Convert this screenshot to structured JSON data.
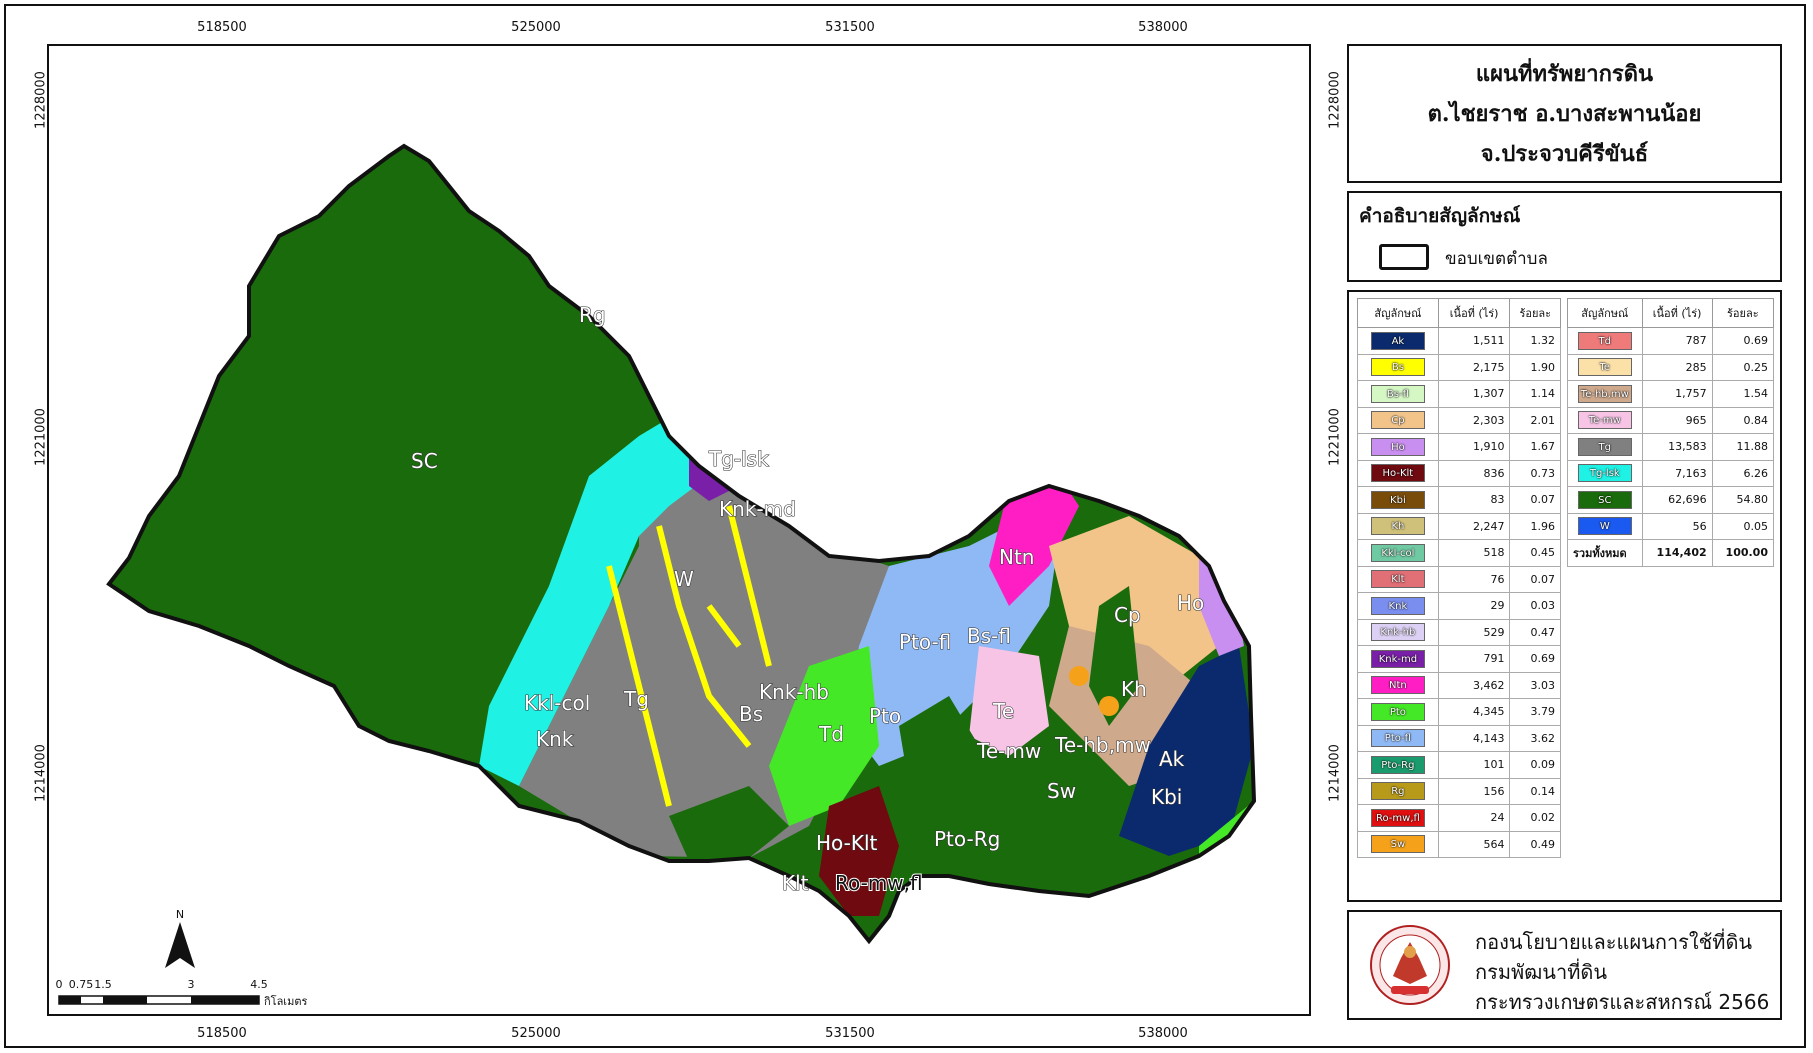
{
  "title": {
    "line1": "แผนที่ทรัพยากรดิน",
    "line2": "ต.ไชยราช อ.บางสะพานน้อย",
    "line3": "จ.ประจวบคีรีขันธ์"
  },
  "legend": {
    "heading": "คำอธิบายสัญลักษณ์",
    "boundary_label": "ขอบเขตตำบล"
  },
  "grid": {
    "x_ticks": [
      "518500",
      "525000",
      "531500",
      "538000"
    ],
    "y_ticks": [
      "1228000",
      "1221000",
      "1214000"
    ]
  },
  "table": {
    "headers": [
      "สัญลักษณ์",
      "เนื้อที่ (ไร่)",
      "ร้อยละ"
    ],
    "left": [
      {
        "symbol": "Ak",
        "area": "1,511",
        "pct": "1.32",
        "color": "#0b2a6e"
      },
      {
        "symbol": "Bs",
        "area": "2,175",
        "pct": "1.90",
        "color": "#ffff00"
      },
      {
        "symbol": "Bs-fl",
        "area": "1,307",
        "pct": "1.14",
        "color": "#d4f7c4"
      },
      {
        "symbol": "Cp",
        "area": "2,303",
        "pct": "2.01",
        "color": "#f2c48a"
      },
      {
        "symbol": "Ho",
        "area": "1,910",
        "pct": "1.67",
        "color": "#c98ff0"
      },
      {
        "symbol": "Ho-Klt",
        "area": "836",
        "pct": "0.73",
        "color": "#6e0a10"
      },
      {
        "symbol": "Kbi",
        "area": "83",
        "pct": "0.07",
        "color": "#7a4c0a"
      },
      {
        "symbol": "Kh",
        "area": "2,247",
        "pct": "1.96",
        "color": "#cfc07a"
      },
      {
        "symbol": "Kkl-col",
        "area": "518",
        "pct": "0.45",
        "color": "#6fc9a2"
      },
      {
        "symbol": "Klt",
        "area": "76",
        "pct": "0.07",
        "color": "#e06f76"
      },
      {
        "symbol": "Knk",
        "area": "29",
        "pct": "0.03",
        "color": "#7a8ef0"
      },
      {
        "symbol": "Knk-hb",
        "area": "529",
        "pct": "0.47",
        "color": "#dcd0f4"
      },
      {
        "symbol": "Knk-md",
        "area": "791",
        "pct": "0.69",
        "color": "#7a1fa8"
      },
      {
        "symbol": "Ntn",
        "area": "3,462",
        "pct": "3.03",
        "color": "#ff1ec4"
      },
      {
        "symbol": "Pto",
        "area": "4,345",
        "pct": "3.79",
        "color": "#44e826"
      },
      {
        "symbol": "Pto-fl",
        "area": "4,143",
        "pct": "3.62",
        "color": "#8fb9f5"
      },
      {
        "symbol": "Pto-Rg",
        "area": "101",
        "pct": "0.09",
        "color": "#1a9c6e"
      },
      {
        "symbol": "Rg",
        "area": "156",
        "pct": "0.14",
        "color": "#b89a1a"
      },
      {
        "symbol": "Ro-mw,fl",
        "area": "24",
        "pct": "0.02",
        "color": "#e01010"
      },
      {
        "symbol": "Sw",
        "area": "564",
        "pct": "0.49",
        "color": "#f5a21a"
      }
    ],
    "right": [
      {
        "symbol": "Td",
        "area": "787",
        "pct": "0.69",
        "color": "#ee7a7a"
      },
      {
        "symbol": "Te",
        "area": "285",
        "pct": "0.25",
        "color": "#fbe0a8"
      },
      {
        "symbol": "Te-hb,mw",
        "area": "1,757",
        "pct": "1.54",
        "color": "#cfa98c"
      },
      {
        "symbol": "Te-mw",
        "area": "965",
        "pct": "0.84",
        "color": "#f7c4e6"
      },
      {
        "symbol": "Tg",
        "area": "13,583",
        "pct": "11.88",
        "color": "#808080"
      },
      {
        "symbol": "Tg-lsk",
        "area": "7,163",
        "pct": "6.26",
        "color": "#1ff2e4"
      },
      {
        "symbol": "SC",
        "area": "62,696",
        "pct": "54.80",
        "color": "#1a6b0c"
      },
      {
        "symbol": "W",
        "area": "56",
        "pct": "0.05",
        "color": "#1a5af0"
      }
    ],
    "total": {
      "label": "รวมทั้งหมด",
      "area": "114,402",
      "pct": "100.00"
    }
  },
  "credit": {
    "line1": "กองนโยบายและแผนการใช้ที่ดิน",
    "line2": "กรมพัฒนาที่ดิน",
    "line3": "กระทรวงเกษตรและสหกรณ์ 2566"
  },
  "scalebar": {
    "labels": [
      "0",
      "0.75",
      "1.5",
      "3",
      "4.5"
    ],
    "unit": "กิโลเมตร",
    "north": "N"
  },
  "map_labels": [
    "SC",
    "Rg",
    "Tg-lsk",
    "Knk-md",
    "W",
    "Kkl-col",
    "Knk",
    "Tg",
    "Bs",
    "Knk-hb",
    "Td",
    "Pto",
    "Pto-fl",
    "Bs-fl",
    "Ntn",
    "Cp",
    "Ho",
    "Kh",
    "Te",
    "Te-mw",
    "Te-hb,mw",
    "Ak",
    "Kbi",
    "Sw",
    "Ho-Klt",
    "Pto-Rg",
    "Klt",
    "Ro-mw,fl"
  ],
  "colors": {
    "sc": "#1a6b0c",
    "tg": "#808080",
    "tglsk": "#1ff2e4",
    "bs": "#ffff00",
    "ntn": "#ff1ec4",
    "pto": "#44e826",
    "ptofl": "#8fb9f5",
    "ak": "#0b2a6e",
    "hoklt": "#6e0a10",
    "cp": "#f2c48a"
  }
}
